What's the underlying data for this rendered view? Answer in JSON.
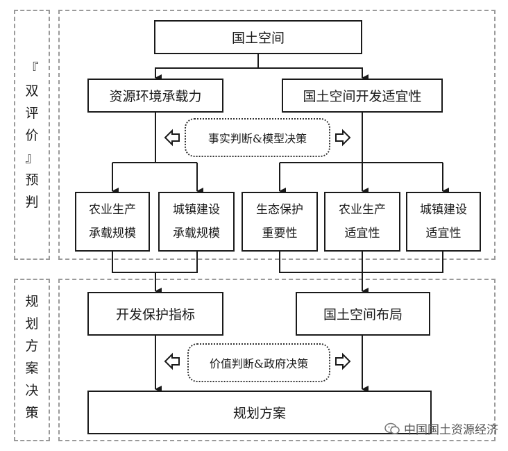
{
  "sections": {
    "evaluation_label": [
      "『",
      "双",
      "评",
      "价",
      "』",
      "预",
      "判"
    ],
    "decision_label": [
      "规",
      "划",
      "方",
      "案",
      "决",
      "策"
    ]
  },
  "nodes": {
    "territorial_space": "国土空间",
    "carrying_capacity": "资源环境承载力",
    "development_suitability": "国土空间开发适宜性",
    "agri_scale": [
      "农业生产",
      "承载规模"
    ],
    "urban_scale": [
      "城镇建设",
      "承载规模"
    ],
    "eco_importance": [
      "生态保护",
      "重要性"
    ],
    "agri_suitability": [
      "农业生产",
      "适宜性"
    ],
    "urban_suitability": [
      "城镇建设",
      "适宜性"
    ],
    "dev_protect_index": "开发保护指标",
    "space_layout": "国土空间布局",
    "plan_scheme": "规划方案"
  },
  "annotations": {
    "fact_model": "事实判断&模型决策",
    "value_gov": "价值判断&政府决策"
  },
  "watermark": "中国国土资源经济",
  "colors": {
    "line": "#1a1a1a",
    "dash": "#9a9a9a"
  }
}
